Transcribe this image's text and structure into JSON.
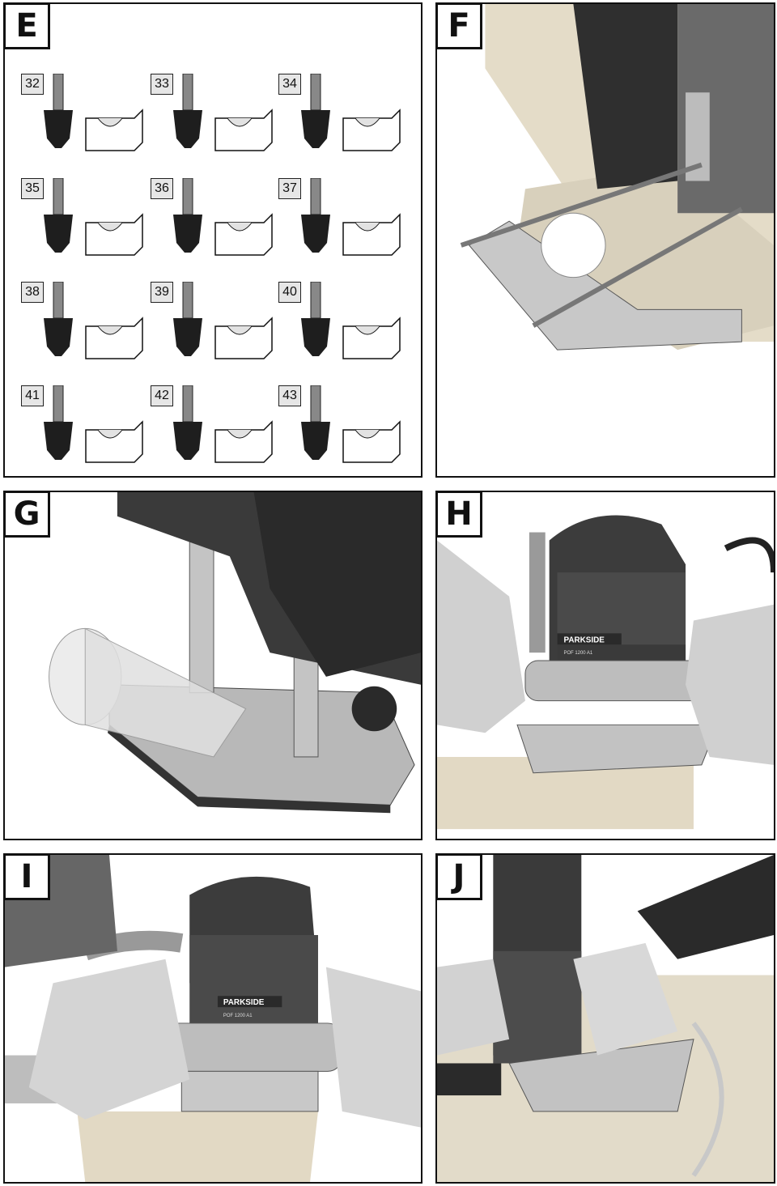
{
  "panels": {
    "E": {
      "letter": "E"
    },
    "F": {
      "letter": "F"
    },
    "G": {
      "letter": "G"
    },
    "H": {
      "letter": "H"
    },
    "I": {
      "letter": "I"
    },
    "J": {
      "letter": "J"
    }
  },
  "bits": [
    {
      "num": "32"
    },
    {
      "num": "33"
    },
    {
      "num": "34"
    },
    {
      "num": "35"
    },
    {
      "num": "36"
    },
    {
      "num": "37"
    },
    {
      "num": "38"
    },
    {
      "num": "39"
    },
    {
      "num": "40"
    },
    {
      "num": "41"
    },
    {
      "num": "42"
    },
    {
      "num": "43"
    }
  ],
  "labels": {
    "brand": "PARKSIDE",
    "model": "POF 1200 A1"
  }
}
